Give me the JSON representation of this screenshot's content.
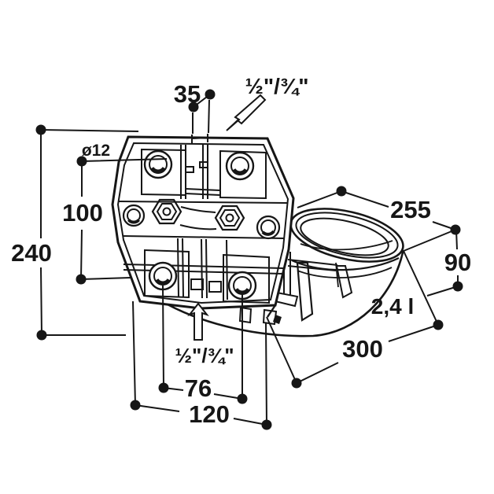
{
  "page": {
    "background": "#ffffff",
    "ink": "#161616"
  },
  "drawing": {
    "type": "technical-dimension-drawing",
    "subject": "wall-mounted drinking bowl with mounting back plate",
    "capacity_label": "2,4 l",
    "thread_top_label": "½\"/¾\"",
    "thread_bottom_label": "½\"/¾\"",
    "dimensions": {
      "top_slot_width": "35",
      "hole_diameter": "ø12",
      "hole_vertical_spacing": "100",
      "plate_height": "240",
      "bowl_width": "255",
      "bowl_depth": "90",
      "total_depth": "300",
      "hole_spacing_inner": "76",
      "hole_spacing_outer": "120"
    }
  }
}
